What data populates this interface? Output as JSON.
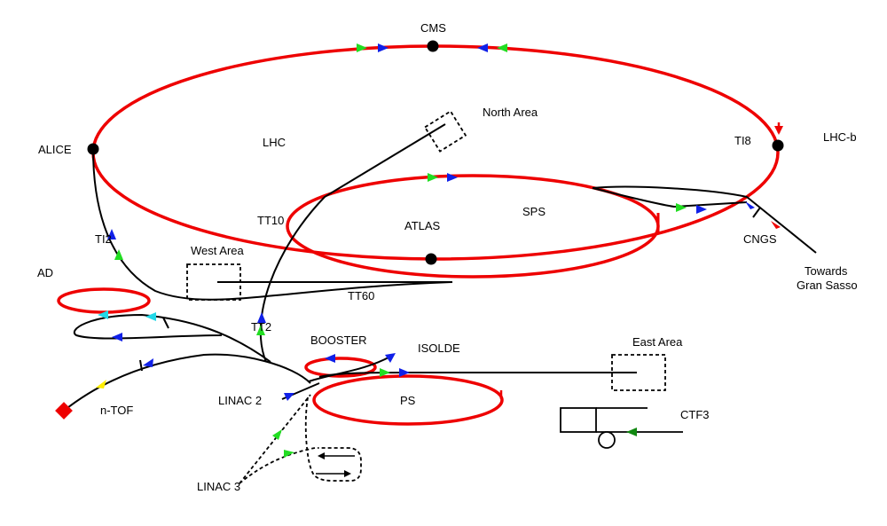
{
  "colors": {
    "ring": "#ee0000",
    "line": "#000000",
    "arrow_blue": "#1020e8",
    "arrow_green": "#22dd22",
    "arrow_cyan": "#22d8e8",
    "arrow_yellow": "#ffee00",
    "arrow_darkgreen": "#118811",
    "ntof_marker": "#ee0000"
  },
  "labels": {
    "cms": "CMS",
    "north_area": "North Area",
    "alice": "ALICE",
    "lhc": "LHC",
    "ti8": "TI8",
    "lhcb": "LHC-b",
    "tt10": "TT10",
    "atlas": "ATLAS",
    "sps": "SPS",
    "ti2": "TI2",
    "west_area": "West Area",
    "cngs": "CNGS",
    "towards": "Towards",
    "gran_sasso": "Gran Sasso",
    "ad": "AD",
    "tt60": "TT60",
    "tt2": "TT2",
    "booster": "BOOSTER",
    "isolde": "ISOLDE",
    "east_area": "East Area",
    "linac2": "LINAC 2",
    "ps": "PS",
    "ntof": "n-TOF",
    "ctf3": "CTF3",
    "linac3": "LINAC 3"
  }
}
